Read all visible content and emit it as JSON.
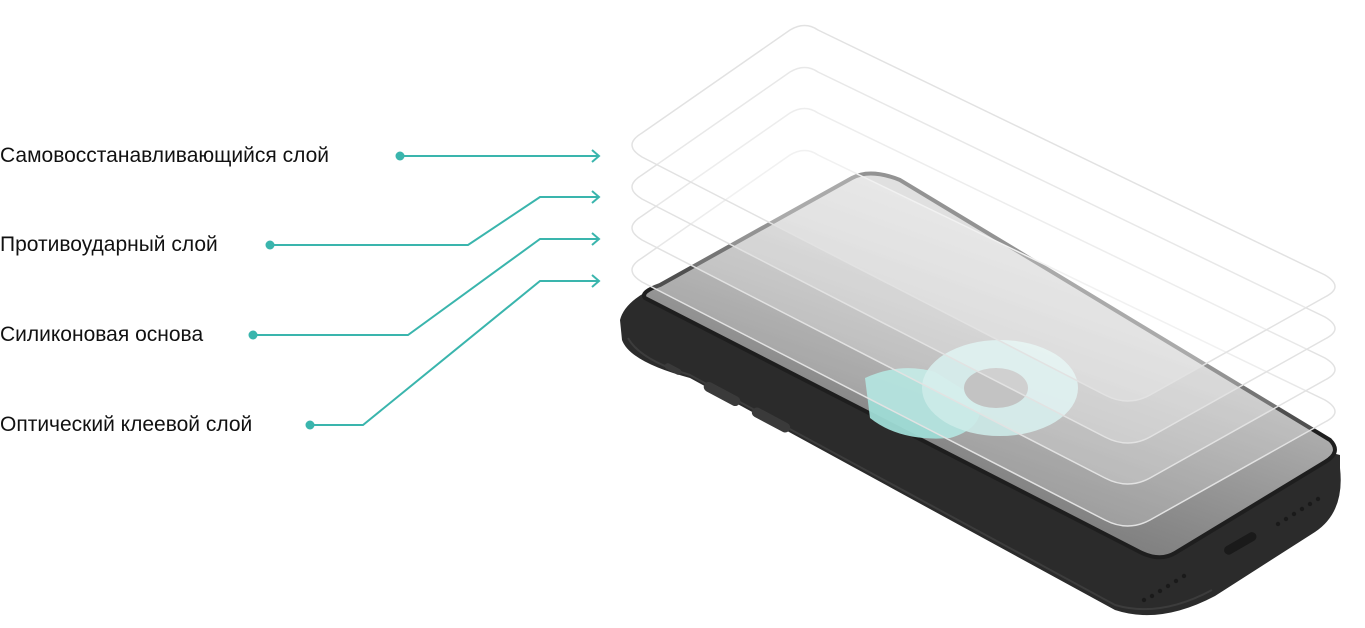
{
  "layers": [
    {
      "label": "Самовосстанавливающийся слой"
    },
    {
      "label": "Противоударный слой"
    },
    {
      "label": "Силиконовая основа"
    },
    {
      "label": "Оптический клеевой слой"
    }
  ],
  "colors": {
    "accent": "#3ab5ad",
    "text": "#111111",
    "phone_body": "#2b2b2b",
    "logo": "#9fdcd6"
  }
}
